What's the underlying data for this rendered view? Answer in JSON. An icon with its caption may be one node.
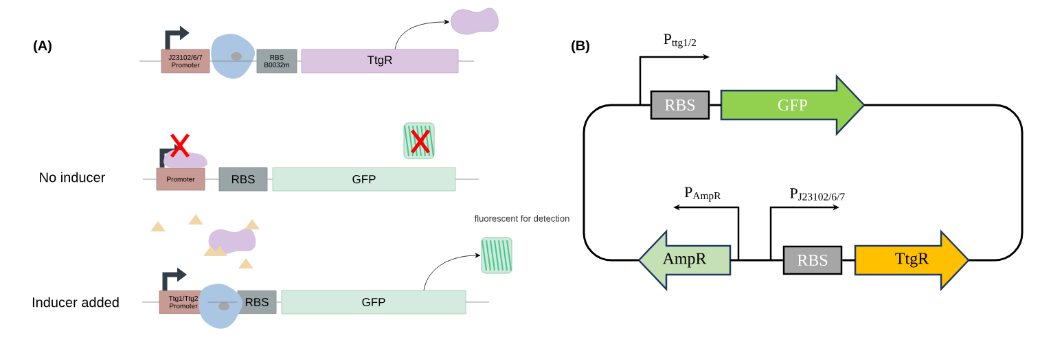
{
  "diagram": {
    "nodes": [
      {
        "text": [
          "J23102/6/7 Promoter"
        ]
      },
      {
        "text": [
          "RBS B0032m"
        ]
      },
      {
        "text": [
          "TtgR"
        ]
      },
      {
        "text": [],
        "shape": "cloud"
      },
      {
        "text": [
          "Promoter"
        ]
      },
      {
        "text": [
          "RBS"
        ]
      },
      {
        "text": [
          "GFP"
        ]
      },
      {
        "text": [
          "Ttg1/Ttg2 Promoter"
        ]
      },
      {
        "text": [
          "RBS"
        ]
      },
      {
        "text": [
          "GFP"
        ]
      },
      {
        "text": [],
        "shape": "picture",
        "beside": [
          "fluorescent for detection"
        ]
      },
      {
        "text": [
          "RBS"
        ]
      },
      {
        "text": [
          "GFP"
        ]
      },
      {
        "text": [
          "AmpR"
        ]
      },
      {
        "text": [
          "RBS"
        ]
      },
      {
        "text": [
          "TtgR"
        ]
      }
    ],
    "edges": [
      {
        "from": 0,
        "to": 1,
        "arrow": "none",
        "color": "#808080"
      },
      {
        "from": 1,
        "to": 2,
        "arrow": "none",
        "color": "#808080"
      },
      {
        "from": 2,
        "to": 3,
        "arrow": "to"
      },
      {
        "from": 4,
        "to": 5,
        "arrow": "none",
        "color": "#808080"
      },
      {
        "from": 5,
        "to": 6,
        "arrow": "none",
        "color": "#808080"
      },
      {
        "from": 7,
        "to": 8,
        "arrow": "none",
        "color": "#808080"
      },
      {
        "from": 8,
        "to": 9,
        "arrow": "none",
        "color": "#808080"
      },
      {
        "from": 9,
        "to": 10,
        "arrow": "to"
      },
      {
        "from": 11,
        "to": 12,
        "arrow": "none"
      },
      {
        "from": 12,
        "to": 15,
        "arrow": "none"
      },
      {
        "from": 14,
        "to": 15,
        "arrow": "none"
      },
      {
        "from": 13,
        "to": 14,
        "arrow": "none"
      },
      {
        "from": 13,
        "to": 11,
        "arrow": "none"
      }
    ],
    "labels": [
      "(A)",
      "(B)",
      "P$_{ttg1/2}$",
      "No inducer",
      "P$_{AmpR}$",
      "P$_{J23102/6/7}$",
      "Inducer added"
    ]
  }
}
